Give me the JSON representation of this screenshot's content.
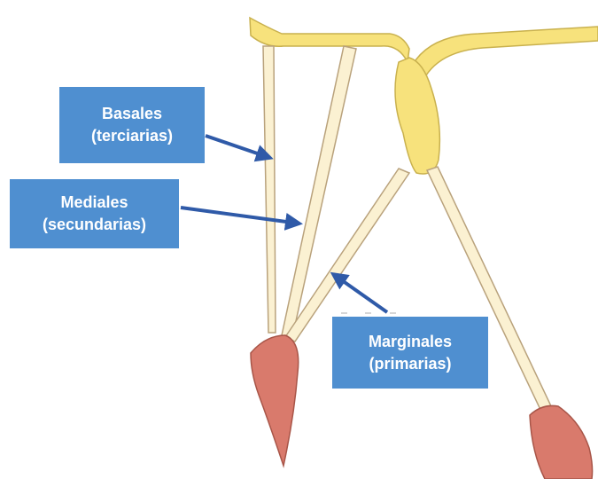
{
  "labels": {
    "basales": {
      "line1": "Basales",
      "line2": "(terciarias)"
    },
    "mediales": {
      "line1": "Mediales",
      "line2": "(secundarias)"
    },
    "marginales": {
      "line1": "Marginales",
      "line2": "(primarias)"
    }
  },
  "colors": {
    "label_bg": "#4f8fd0",
    "label_text": "#ffffff",
    "arrow": "#2f5aa8",
    "cartilage": "#f7e27c",
    "filament_fill": "#fbf1d2",
    "filament_edge": "#b9a27c",
    "tip_fill": "#d97a6c",
    "tip_edge": "#a85548"
  }
}
